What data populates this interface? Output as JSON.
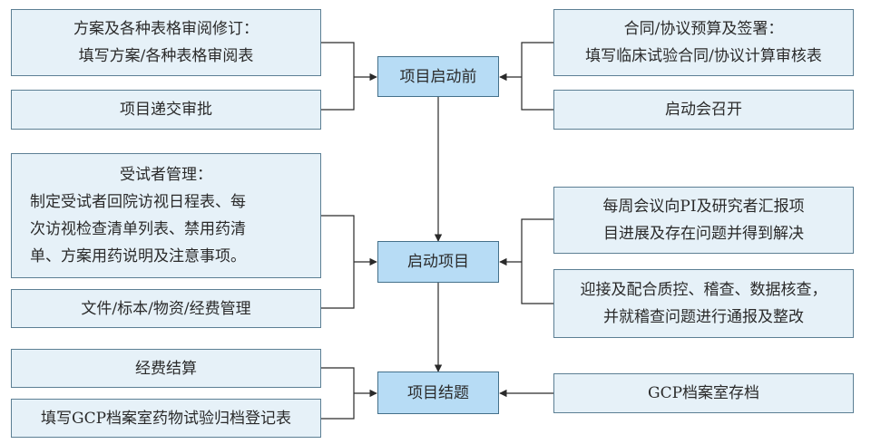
{
  "stages": {
    "stage1": "项目启动前",
    "stage2": "启动项目",
    "stage3": "项目结题"
  },
  "left": {
    "plan_review": {
      "line1": "方案及各种表格审阅修订：",
      "line2": "填写方案/各种表格审阅表"
    },
    "submit_approval": "项目递交审批",
    "subject_mgmt": {
      "line1": "受试者管理：",
      "line2": "制定受试者回院访视日程表、每",
      "line3": "次访视检查清单列表、禁用药清",
      "line4": "单、方案用药说明及注意事项。"
    },
    "doc_mgmt": "文件/标本/物资/经费管理",
    "settlement": "经费结算",
    "archive_form": "填写GCP档案室药物试验归档登记表"
  },
  "right": {
    "contract": {
      "line1": "合同/协议预算及签署：",
      "line2": "填写临床试验合同/协议计算审核表"
    },
    "kickoff": "启动会召开",
    "weekly": {
      "line1": "每周会议向PI及研究者汇报项",
      "line2": "目进展及存在问题并得到解决"
    },
    "qc": {
      "line1": "迎接及配合质控、稽查、数据核查，",
      "line2": "并就稽查问题进行通报及整改"
    },
    "gcp_archive": "GCP档案室存档"
  }
}
